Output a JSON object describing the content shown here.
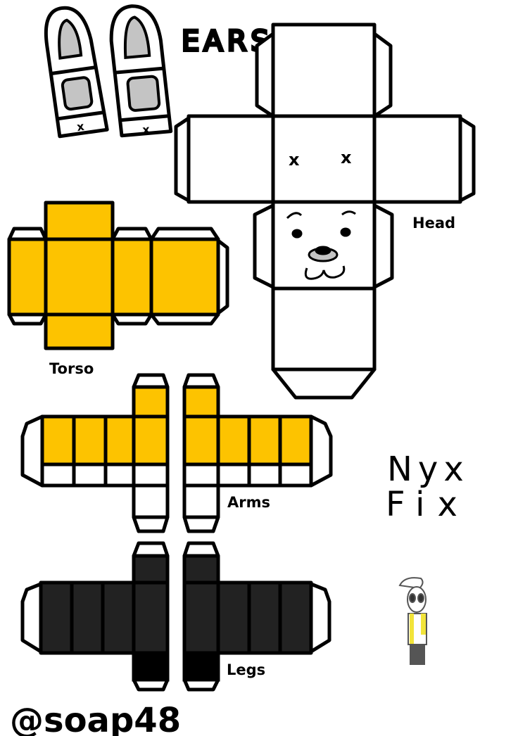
{
  "labels": {
    "ears": "EARS",
    "head": "Head",
    "torso": "Torso",
    "arms": "Arms",
    "legs": "Legs",
    "signature_line1": "Nyx",
    "signature_line2": "Fix",
    "credit": "@soap48"
  },
  "colors": {
    "torso_yellow": "#fdc300",
    "legs_black": "#222222",
    "ear_gray": "#c4c4c4"
  }
}
